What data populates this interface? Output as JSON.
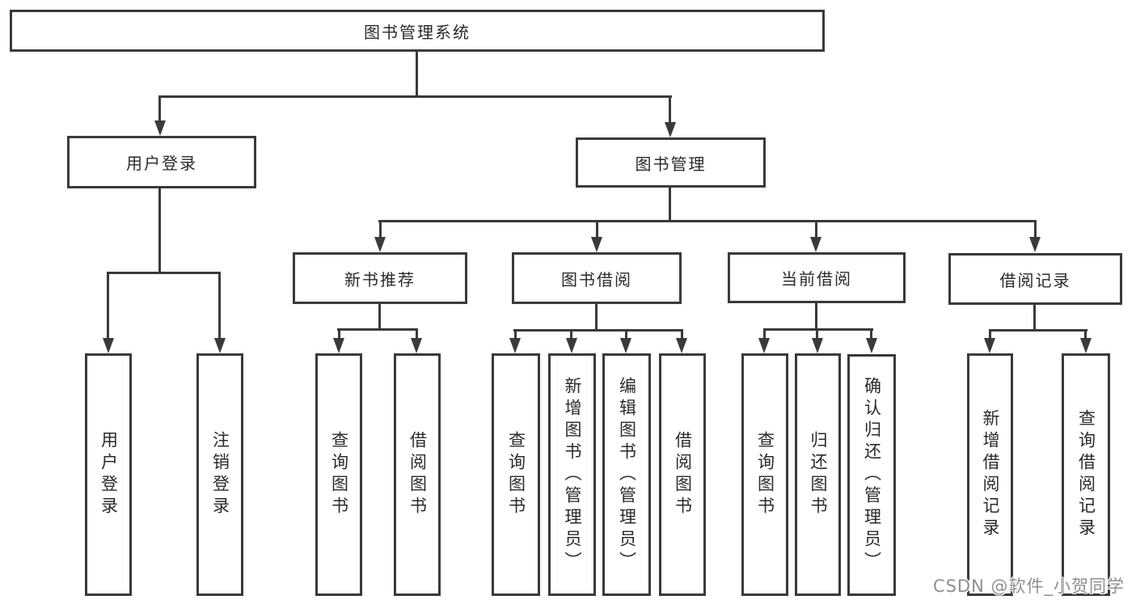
{
  "diagram": {
    "root": "图书管理系统",
    "level2": {
      "user_login": "用户登录",
      "book_management": "图书管理"
    },
    "level3": {
      "new_book_recommend": "新书推荐",
      "book_borrow": "图书借阅",
      "current_borrow": "当前借阅",
      "borrow_records": "借阅记录"
    },
    "leaves": {
      "user_login": "用户登录",
      "logout": "注销登录",
      "recommend_query_books": "查询图书",
      "recommend_borrow_books": "借阅图书",
      "borrow_query_books": "查询图书",
      "borrow_add_books_admin": "新增图书（管理员）",
      "borrow_edit_books_admin": "编辑图书（管理员）",
      "borrow_borrow_books": "借阅图书",
      "current_query_books": "查询图书",
      "current_return_books": "归还图书",
      "current_confirm_return_admin": "确认归还（管理员）",
      "records_add_record": "新增借阅记录",
      "records_query_record": "查询借阅记录"
    },
    "colors": {
      "line": "#3a3a3a",
      "text": "#2a2a2a",
      "background": "#ffffff",
      "watermark_text": "#8f8f8f"
    }
  },
  "watermark": {
    "text": "CSDN @软件_小贺同学"
  }
}
